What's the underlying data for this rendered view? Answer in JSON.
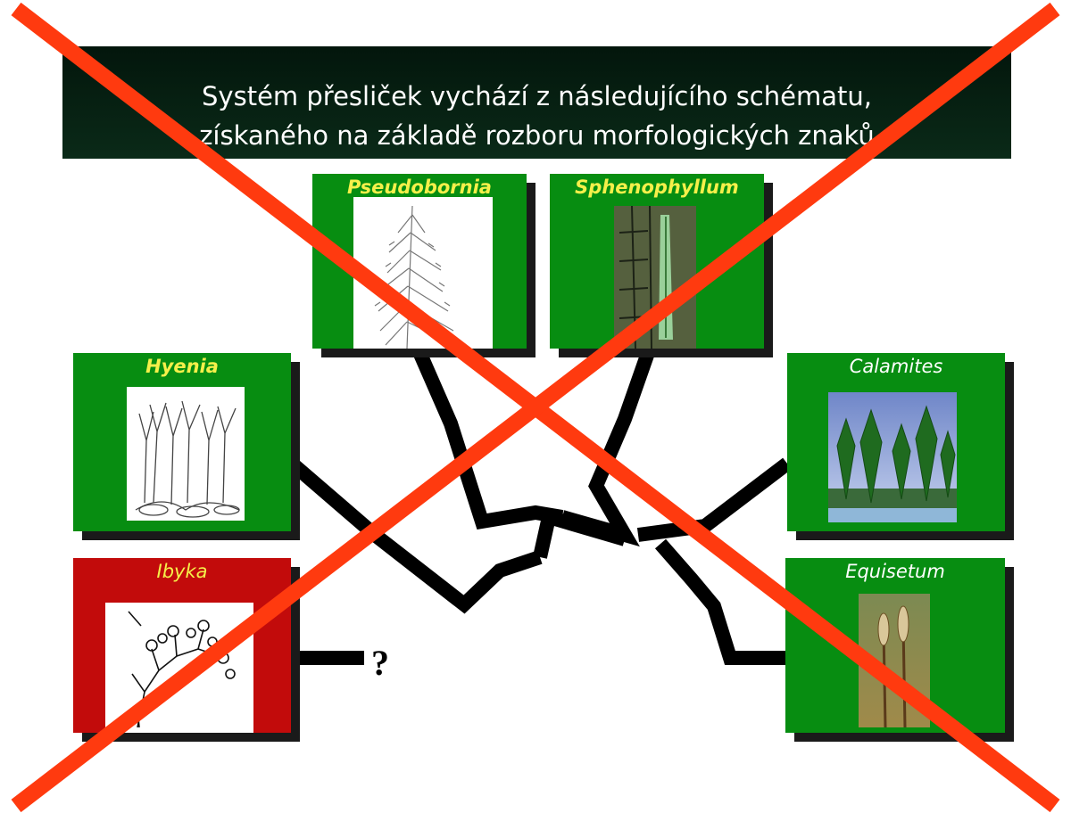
{
  "title": {
    "line1": "Systém přesliček vychází z následujícího schématu,",
    "line2": "získaného na základě rozboru morfologických znaků"
  },
  "cards": {
    "pseudobornia": "Pseudobornia",
    "sphenophyllum": "Sphenophyllum",
    "hyenia": "Hyenia",
    "calamites": "Calamites",
    "ibyka": "Ibyka",
    "equisetum": "Equisetum"
  },
  "question_mark": "?",
  "colors": {
    "card_green": "#078d11",
    "card_red": "#c20b0b",
    "label_yellow": "#f5f04a",
    "cross_red": "#ff3a0f",
    "title_bg": "#03160c"
  },
  "overlay": "cross-out"
}
